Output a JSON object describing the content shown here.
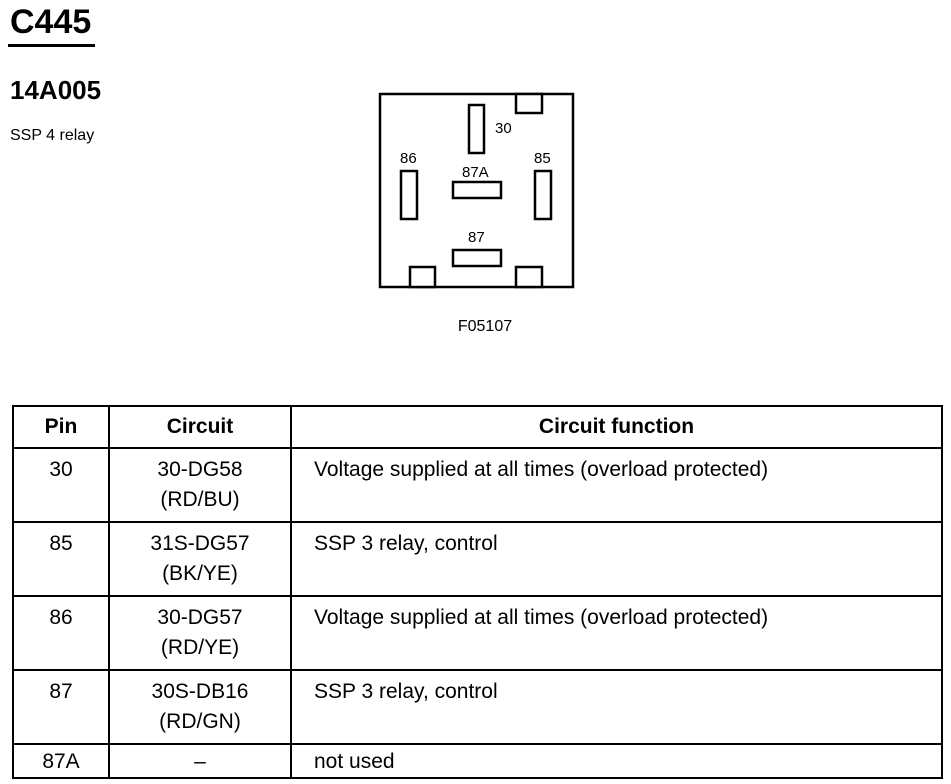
{
  "connector": {
    "id": "C445",
    "part_number": "14A005",
    "description": "SSP 4 relay"
  },
  "diagram": {
    "figure_ref": "F05107",
    "terminal_labels": {
      "t30": "30",
      "t86": "86",
      "t85": "85",
      "t87a": "87A",
      "t87": "87"
    }
  },
  "table": {
    "headers": {
      "pin": "Pin",
      "circuit": "Circuit",
      "function": "Circuit function"
    },
    "rows": [
      {
        "pin": "30",
        "circuit": "30-DG58",
        "circuit_color": "(RD/BU)",
        "function": "Voltage supplied at all times (overload protected)"
      },
      {
        "pin": "85",
        "circuit": "31S-DG57",
        "circuit_color": "(BK/YE)",
        "function": "SSP 3 relay, control"
      },
      {
        "pin": "86",
        "circuit": "30-DG57",
        "circuit_color": "(RD/YE)",
        "function": "Voltage supplied at all times (overload protected)"
      },
      {
        "pin": "87",
        "circuit": "30S-DB16",
        "circuit_color": "(RD/GN)",
        "function": "SSP 3 relay, control"
      },
      {
        "pin": "87A",
        "circuit": "–",
        "circuit_color": "",
        "function": "not used"
      }
    ]
  }
}
